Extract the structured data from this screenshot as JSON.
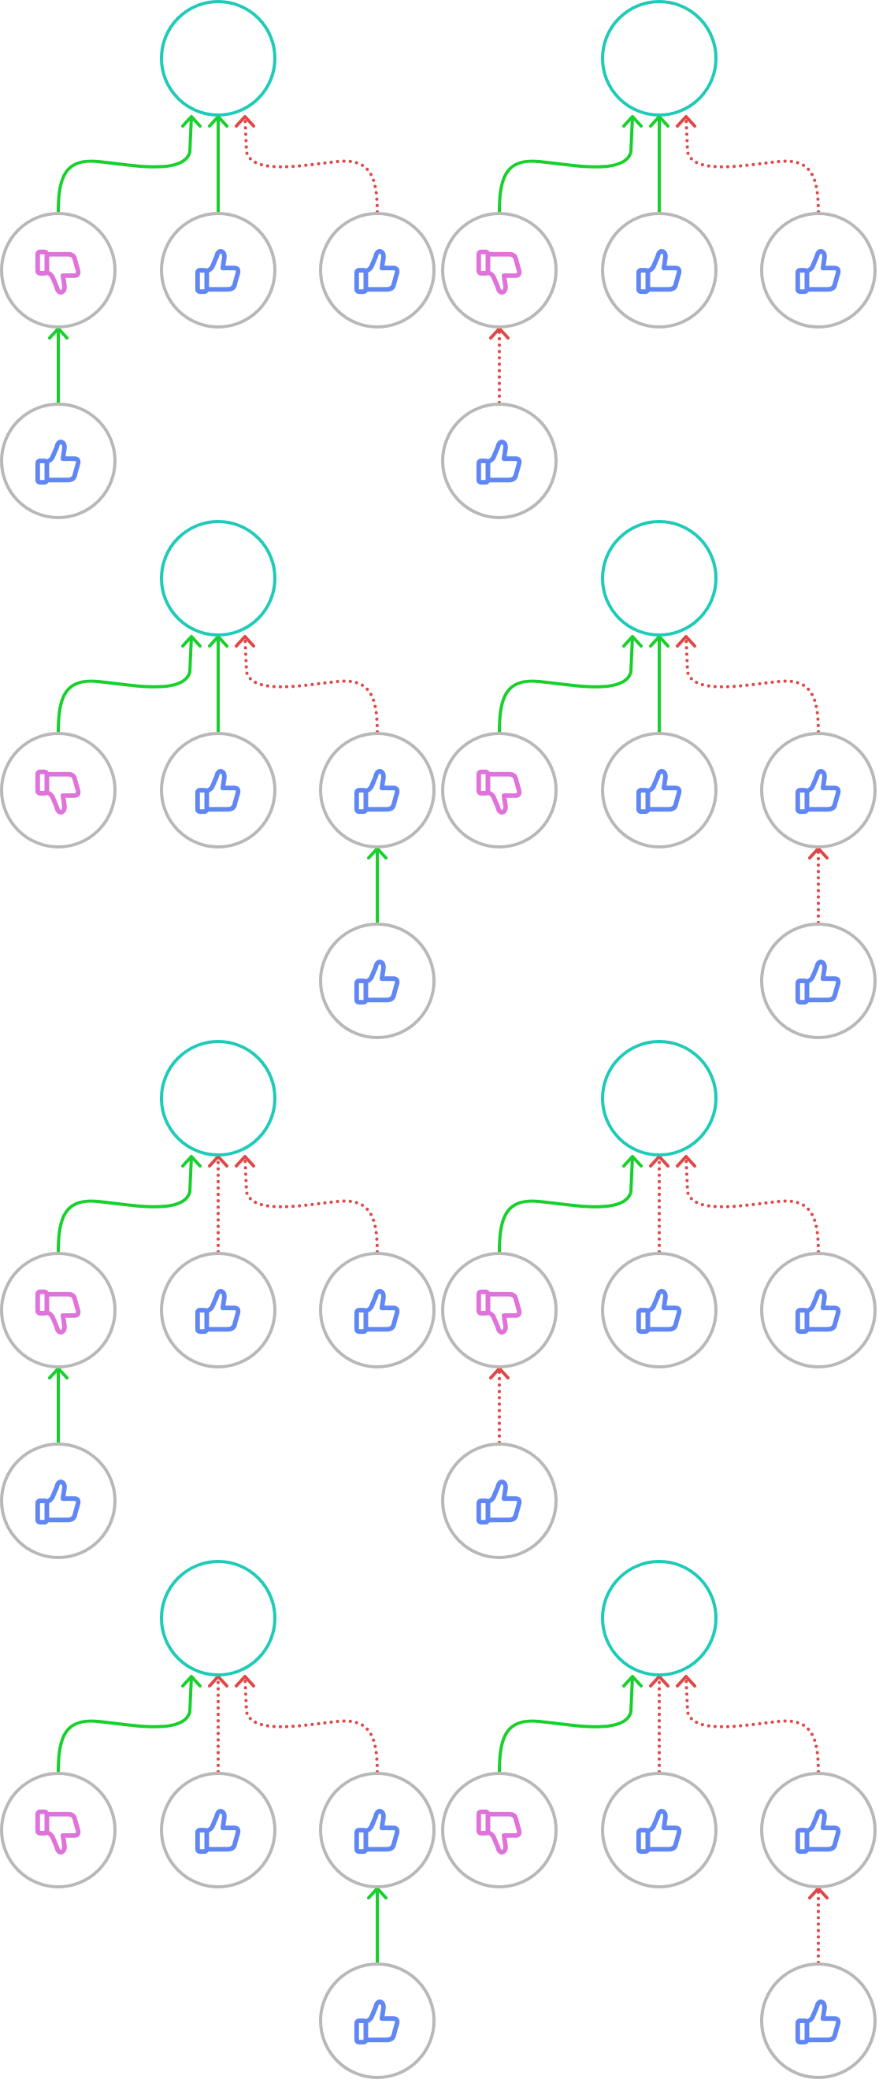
{
  "colors": {
    "background": "#ffffff",
    "root_ring": "#1fcbb8",
    "node_ring": "#b8b8b8",
    "like_icon": "#6187f5",
    "dislike_icon": "#e072dc",
    "support_edge": "#18d02c",
    "oppose_edge": "#e04848"
  },
  "edge_styles": {
    "support": "solid",
    "oppose": "dotted"
  },
  "panels": [
    {
      "child": "left",
      "edges": {
        "middle": "support",
        "right": "oppose",
        "child": "support"
      }
    },
    {
      "child": "left",
      "edges": {
        "middle": "support",
        "right": "oppose",
        "child": "oppose"
      }
    },
    {
      "child": "right",
      "edges": {
        "middle": "support",
        "right": "oppose",
        "child": "support"
      }
    },
    {
      "child": "right",
      "edges": {
        "middle": "support",
        "right": "oppose",
        "child": "oppose"
      }
    },
    {
      "child": "left",
      "edges": {
        "middle": "oppose",
        "right": "oppose",
        "child": "support"
      }
    },
    {
      "child": "left",
      "edges": {
        "middle": "oppose",
        "right": "oppose",
        "child": "oppose"
      }
    },
    {
      "child": "right",
      "edges": {
        "middle": "oppose",
        "right": "oppose",
        "child": "support"
      }
    },
    {
      "child": "right",
      "edges": {
        "middle": "oppose",
        "right": "oppose",
        "child": "oppose"
      }
    }
  ],
  "panel_template": {
    "nodes": {
      "left": {
        "icon": "thumbs-down-icon"
      },
      "middle": {
        "icon": "thumbs-up-icon"
      },
      "right": {
        "icon": "thumbs-up-icon"
      },
      "child": {
        "icon": "thumbs-up-icon"
      }
    },
    "first_edge": "support"
  }
}
